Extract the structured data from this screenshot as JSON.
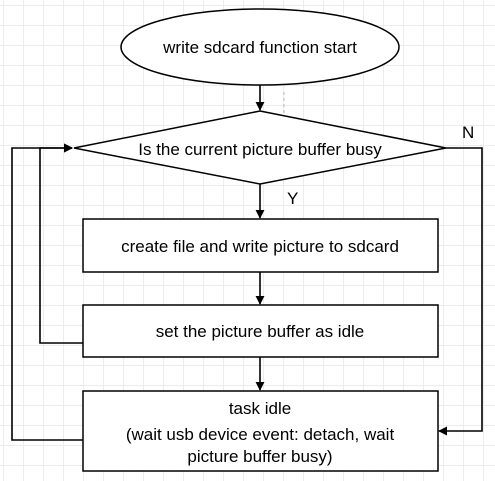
{
  "flowchart": {
    "start": {
      "label": "write sdcard function start"
    },
    "decision": {
      "label": "Is the current picture buffer busy"
    },
    "yes_label": "Y",
    "no_label": "N",
    "write_step": {
      "label": "create file and write picture to sdcard"
    },
    "idle_step": {
      "label": "set the picture buffer as idle"
    },
    "task_idle": {
      "line1": "task idle",
      "line2": "(wait usb device event: detach, wait",
      "line3": "picture buffer busy)"
    }
  }
}
